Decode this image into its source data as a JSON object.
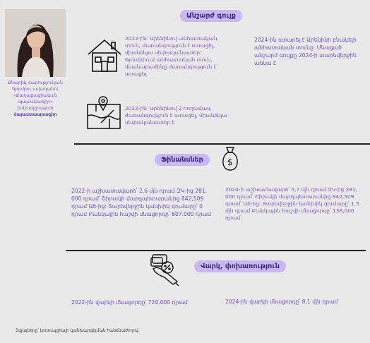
{
  "person": {
    "caption_name": "Քնարիկ Հարությունյան",
    "caption_role": "Գյումրու ավագանու «Քաղաքացիական պայմանագիր» խմբակցություն",
    "caption_party": "Հայաստաարագիր"
  },
  "property": {
    "title": "Անշարժ գույք",
    "house_2022": "2022-ին՝ Արենինով անհատական տուն, ժառանգություն է ստացել, միանձնյա սեփականատեր: Գյումրիում անհատական տուն, մասնաբաժինը ժառանգություն է ստացել",
    "land_2022": "2022-ին՝ Արենինով 2 հողամաս, ժառանգություն է ստացել, միանձնյա սեփականատեր է",
    "note_2024": "2024-ին ստարել է Արենինի բնակելի անհատական տունը: Մնացած անշարժ գույքը 2024-ի տարեվերջին առկա է"
  },
  "finance": {
    "title": "Ֆինանսներ",
    "left": "2022-ի աշխատավարձ՝ 2,6 մլն դրամ ԶԿ-ից 281, 000 դրամ՝ Շիրակի մարզպետարանից 842,509 դրամ Ած-ից: Տարեվերջին կանխիկ գումարը՝ 0 դրամ Բանկային հաշվի մնացորդը՝ 607.000 դրամ",
    "right": "2024-ի աշխատավարձ՝ 5,7 մլն դրամ ԶԿ-ից 281, 000 դրամ՝ Շիրակի մարզպետարանից 842,509 դրամ՝ Ած-ից: Տարեվերջին կանխիկ գումարը՝ 1,5 մլն դրամ Բանկային հաշվի մնացորդը՝ 138,000 դրամ:"
  },
  "loans": {
    "title": "Վարկ, փոխառություն",
    "left": "2022-ին վարկի մնացորդը՝ 720.000 դրամ",
    "right": "2024-ին վարկի մնացորդը՝ 8,1 մլն դրամ"
  },
  "footer": "Տվյալները՝ կոռուպցիայի կանխարգելման հանձնաժողով",
  "colors": {
    "accent_text": "#7a5ad8",
    "pill_bg": "#c8b8f4",
    "background": "#e9e9e9"
  }
}
